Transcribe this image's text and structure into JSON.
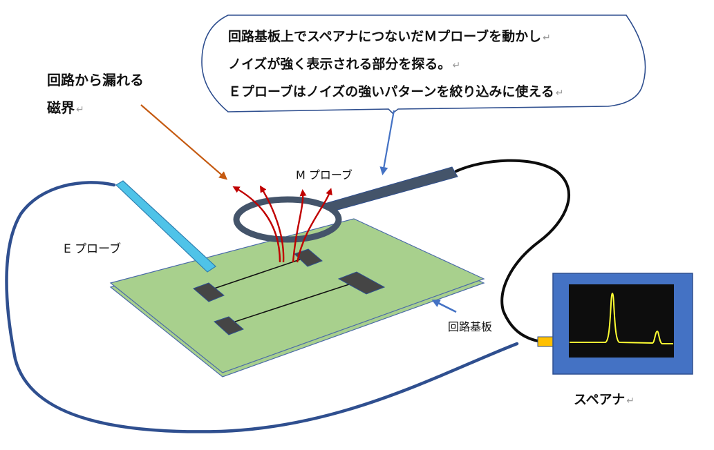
{
  "callout": {
    "lines": [
      "回路基板上でスペアナにつないだＭプローブを動かし",
      "ノイズが強く表示される部分を探る。",
      "Ｅプローブはノイズの強いパターンを絞り込みに使える"
    ],
    "return_mark": "↵"
  },
  "leak_field": {
    "line1": "回路から漏れる",
    "line2": "磁界"
  },
  "labels": {
    "m_probe": "M プローブ",
    "e_probe": "E プローブ",
    "pcb": "回路基板",
    "spectrum_analyzer": "スペアナ"
  },
  "colors": {
    "cable": "#2f4f8f",
    "pcb_fill": "#a8d08d",
    "pcb_edge": "#4a6aa8",
    "e_probe": "#4fc3e8",
    "m_probe": "#44546a",
    "field_arrows": "#c00000",
    "leak_arrow": "#c55a11",
    "pointer_arrow": "#4472c4",
    "analyzer_body": "#4472c4",
    "analyzer_screen": "#0d0d0d",
    "trace": "#ffff33",
    "connector": "#ffc000"
  }
}
